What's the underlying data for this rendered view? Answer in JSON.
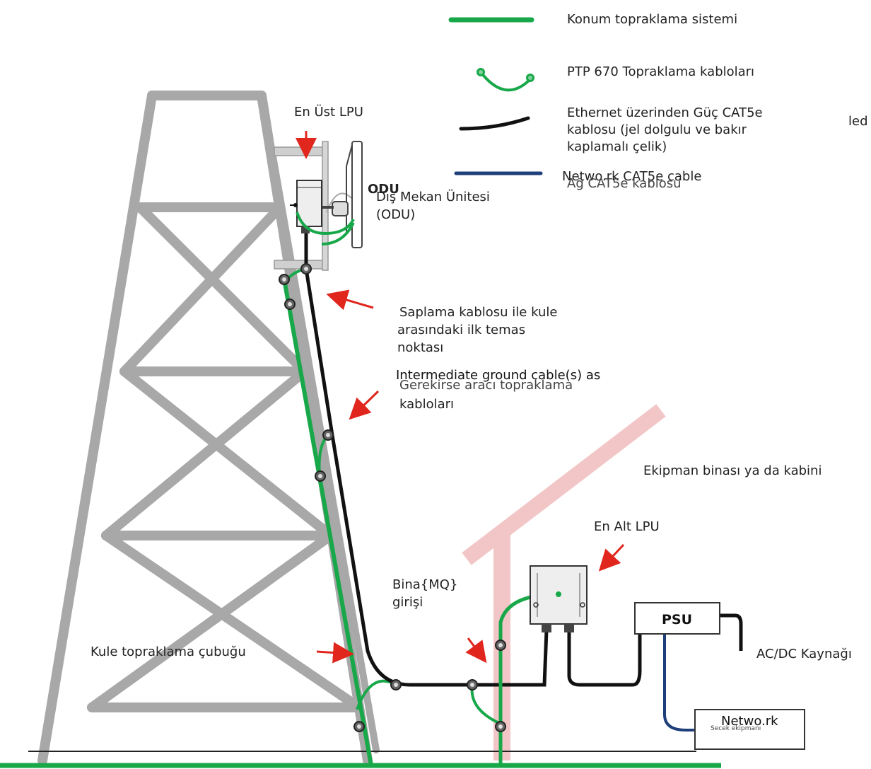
{
  "legend": {
    "items": [
      {
        "key": "site-grounding",
        "label": "Konum topraklama sistemi",
        "color": "#18a84a"
      },
      {
        "key": "ptp-ground-cables",
        "label": "PTP 670 Topraklama kabloları",
        "color": "#18a84a"
      },
      {
        "key": "poe-cable",
        "label_lines": [
          "Ethernet üzerinden Güç CAT5e",
          "kablosu (jel dolgulu ve bakır",
          "kaplamalı çelik)"
        ],
        "color": "#111111"
      },
      {
        "key": "network-cable",
        "label_a": "Netwo.rk CAT5e cable",
        "label_b": "Ağ CAT5e kablosu",
        "color": "#1f3f7a"
      }
    ],
    "fragment": "led"
  },
  "labels": {
    "top_lpu": "En Üst LPU",
    "odu_short": "ODU",
    "odu_full_lines": [
      "Dış Mekan Ünitesi",
      "(ODU)"
    ],
    "first_contact_lines": [
      "Saplama kablosu ile kule",
      "arasındaki ilk temas",
      "noktası"
    ],
    "intermediate_en": "Intermediate ground cable(s) as",
    "intermediate_tr_lines": [
      "Gerekirse aracı topraklama",
      "kabloları"
    ],
    "building": "Ekipman binası ya da kabini",
    "bottom_lpu": "En Alt LPU",
    "building_entry_lines": [
      "Bina{MQ}",
      "girişi"
    ],
    "tower_ground_bar": "Kule topraklama çubuğu",
    "psu": "PSU",
    "acdc": "AC/DC Kaynağı",
    "network_box": "Netwo.rk",
    "network_box_under": "Secek ekipmanı"
  },
  "colors": {
    "ground": "#18a84a",
    "poe": "#111111",
    "network": "#1f3f7a",
    "tower": "#a8a8a8",
    "building": "#f2c6c6",
    "arrow": "#e0261d"
  }
}
